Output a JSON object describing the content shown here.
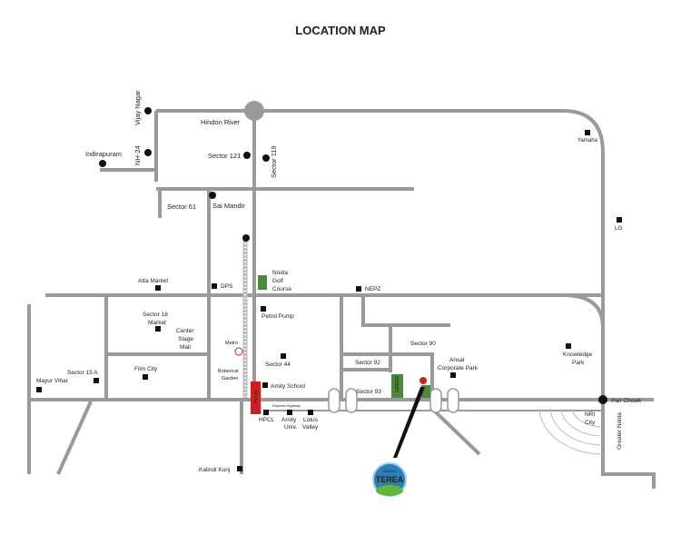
{
  "title": "LOCATION MAP",
  "colors": {
    "road": "#9a9a9a",
    "marker": "#111111",
    "green": "#4a8a3a",
    "flyover": "#cc1f1f",
    "site": "#d42020",
    "logo": "#2a7fb8"
  },
  "labels": {
    "vijay_nagar": "Vijay Nagar",
    "nh24": "NH-24",
    "indirapuram": "Indirapuram",
    "hindon_river": "Hindon River",
    "sector121": "Sector 121",
    "sector119": "Sector 119",
    "sector61": "Sector 61",
    "sai_mandir": "Sai Mandir",
    "yamaha": "Yamaha",
    "lg": "LG",
    "atta_market": "Atta Market",
    "dps": "DPS",
    "noida_golf_course": [
      "Noida",
      "Golf",
      "Course"
    ],
    "nepz": "NEPZ",
    "sector18_market": [
      "Sector 18",
      "Market"
    ],
    "center_stage_mall": [
      "Center",
      "Stage",
      "Mall"
    ],
    "petrol_pump": "Petrol Pump",
    "metro": "Metro",
    "sector90": "Sector 90",
    "knowledge_park": [
      "Knowledge",
      "Park"
    ],
    "sector44": "Sector 44",
    "botanical_garden": [
      "Botanical",
      "Garden"
    ],
    "sector92": "Sector 92",
    "ansal_corporate_park": [
      "Ansal",
      "Corporate Park"
    ],
    "film_city": "Film City",
    "sector15a": "Sector 15 A",
    "mayur_vihar": "Mayur Vihar",
    "amity_school": "Amity School",
    "sector93": "Sector 93",
    "green": "GREEN",
    "pari_chowk": "Pari Chowk",
    "hpcl": "HPCL",
    "amity_univ": [
      "Amity",
      "Univ."
    ],
    "lotus_valley": [
      "Lotus",
      "Valley"
    ],
    "nri_city": [
      "NRI",
      "City"
    ],
    "greater_noida": "Greater Noida",
    "kalindi_kunj": "Kalindi Kunj",
    "flyover": "Flyover",
    "expressway": "Express Highway",
    "logo_small": "GAURS",
    "logo_big": "TEREA"
  }
}
